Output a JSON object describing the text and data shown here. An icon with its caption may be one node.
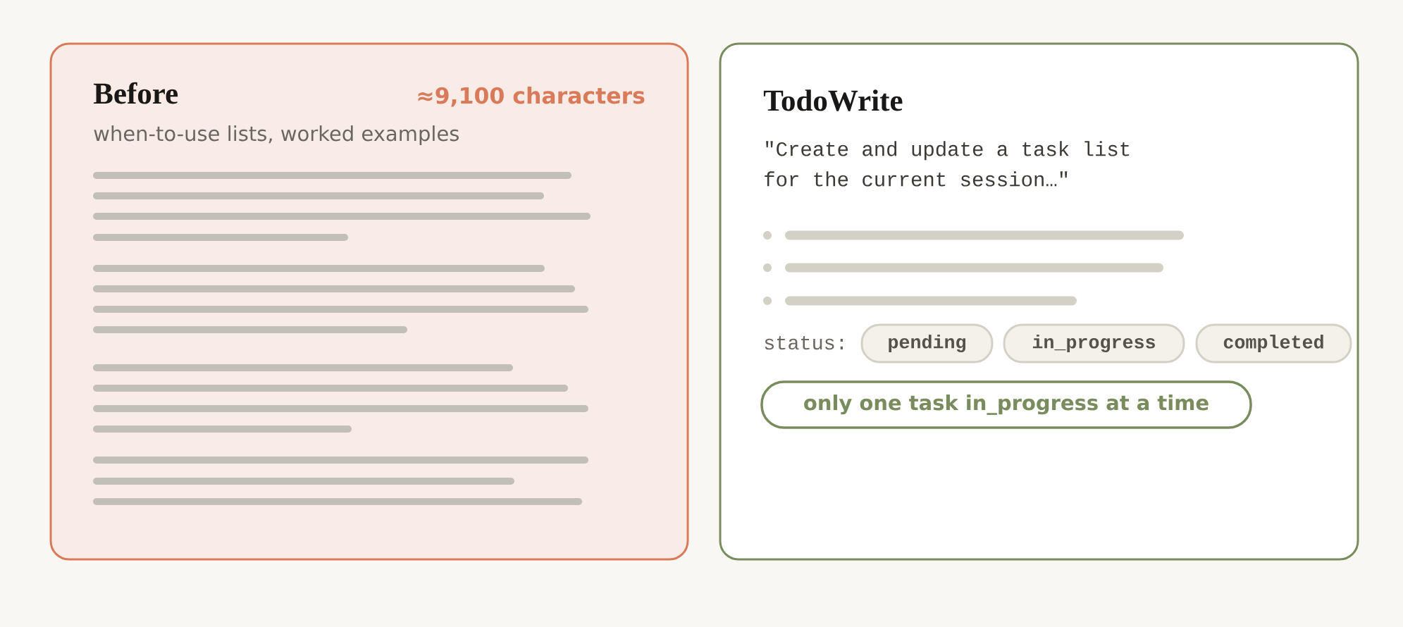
{
  "diagram": {
    "nodes": [
      {
        "text": [
          "Before",
          "≈9,100 characters",
          "when-to-use lists, worked examples"
        ]
      },
      {
        "text": [
          "TodoWrite",
          "\"Create and update a task list for the current session…\"",
          "status:"
        ]
      },
      {
        "text": [
          "pending"
        ],
        "in": 1
      },
      {
        "text": [
          "in_progress"
        ],
        "in": 1
      },
      {
        "text": [
          "completed"
        ],
        "in": 1
      },
      {
        "text": [
          "only one task in_progress at a time"
        ],
        "in": 1
      }
    ]
  }
}
